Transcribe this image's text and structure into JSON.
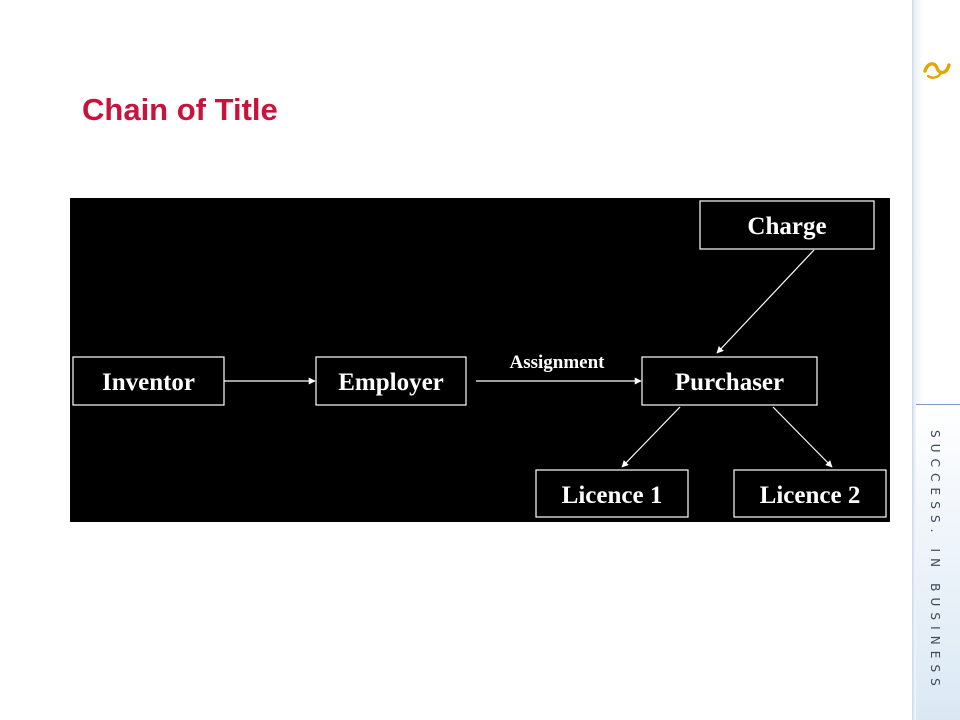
{
  "title": "Chain of Title",
  "diagram": {
    "nodes": {
      "inventor": "Inventor",
      "employer": "Employer",
      "purchaser": "Purchaser",
      "charge": "Charge",
      "licence1": "Licence 1",
      "licence2": "Licence 2"
    },
    "edges": {
      "assignment_label": "Assignment"
    }
  },
  "brand": {
    "tagline": "SUCCESS. IN BUSINESS",
    "title_color": "#c8143c",
    "logo_color": "#e2a800",
    "panel_color": "#000000"
  }
}
